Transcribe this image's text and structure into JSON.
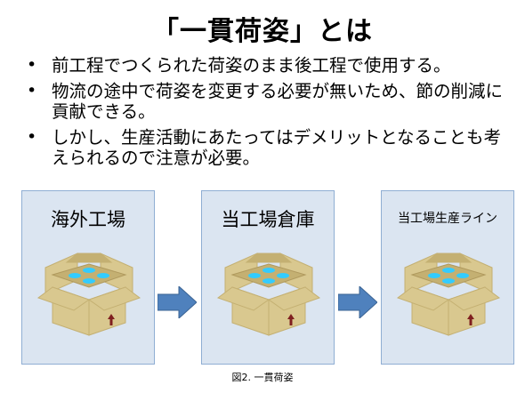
{
  "title": "「一貫荷姿」とは",
  "bullets": [
    {
      "symbol": "•",
      "text": "前工程でつくられた荷姿のまま後工程で使用する。"
    },
    {
      "symbol": "•",
      "text": "物流の途中で荷姿を変更する必要が無いため、節の削減に貢献できる。"
    },
    {
      "symbol": "•",
      "text": "しかし、生産活動にあたってはデメリットとなることも考えられるので注意が必要。"
    }
  ],
  "stages": [
    {
      "label": "海外工場",
      "icon": "open-cardboard-box-icon"
    },
    {
      "label": "当工場倉庫",
      "icon": "open-cardboard-box-icon"
    },
    {
      "label": "当工場生産ライン",
      "icon": "open-cardboard-box-icon"
    }
  ],
  "caption": "図2. 一貫荷姿",
  "colors": {
    "panel_fill": "#dbe5f1",
    "panel_border": "#8faed3",
    "arrow": "#4f81bd",
    "box": "#d9c88f",
    "box_dark": "#c4b072",
    "parts": "#33ccff",
    "up_arrow": "#7f1f1f"
  }
}
